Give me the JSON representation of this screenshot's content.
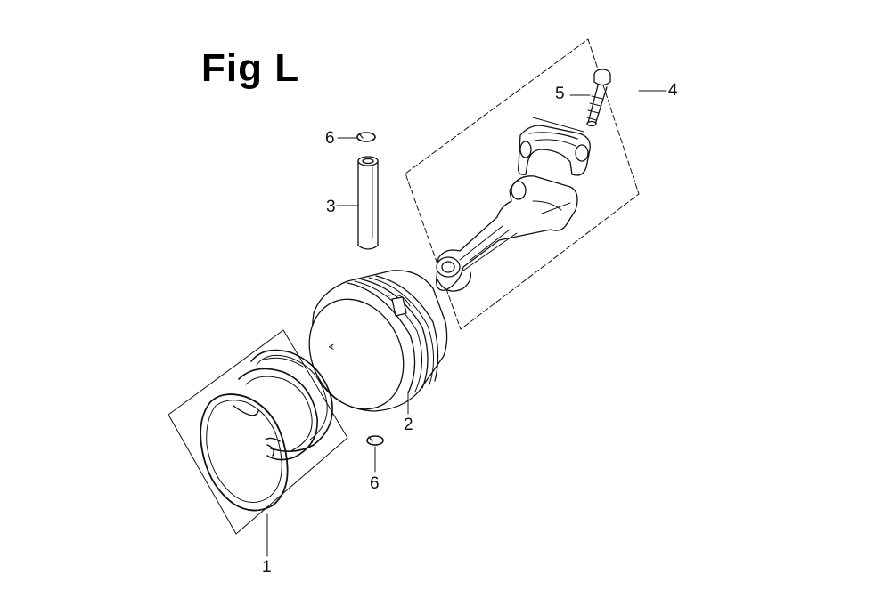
{
  "figure": {
    "title": "Fig L",
    "callouts": [
      {
        "id": "1",
        "label": "1"
      },
      {
        "id": "2",
        "label": "2"
      },
      {
        "id": "3",
        "label": "3"
      },
      {
        "id": "4",
        "label": "4"
      },
      {
        "id": "5",
        "label": "5"
      },
      {
        "id": "6a",
        "label": "6"
      },
      {
        "id": "6b",
        "label": "6"
      }
    ]
  },
  "colors": {
    "ink": "#111111",
    "paper": "#ffffff"
  }
}
